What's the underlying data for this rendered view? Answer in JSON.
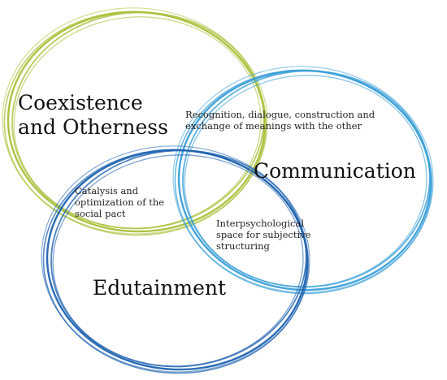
{
  "colors": {
    "coexistence_ring": "#a8c13a",
    "communication_ring": "#3a9fd8",
    "edutainment_ring": "#1f63b0"
  },
  "circles": {
    "coexistence": [
      "Coexistence",
      "and Otherness"
    ],
    "communication": [
      "Communication"
    ],
    "edutainment": [
      "Edutainment"
    ]
  },
  "intersections": {
    "coexistence_communication": [
      "Recognition, dialogue, construction  and",
      "exchange of meanings with the other"
    ],
    "coexistence_edutainment": [
      "Catalysis and",
      "optimization of the",
      "social pact"
    ],
    "communication_edutainment": [
      "Interpsychological",
      "space for subjective",
      "structuring"
    ]
  }
}
